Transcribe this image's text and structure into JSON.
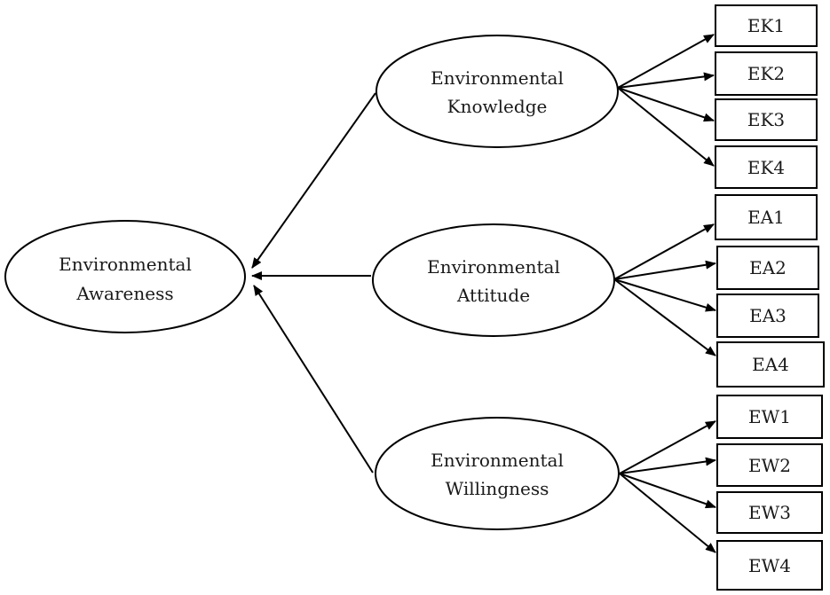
{
  "root": {
    "line1": "Environmental",
    "line2": "Awareness"
  },
  "constructs": [
    {
      "line1": "Environmental",
      "line2": "Knowledge",
      "indicators": [
        "EK1",
        "EK2",
        "EK3",
        "EK4"
      ]
    },
    {
      "line1": "Environmental",
      "line2": "Attitude",
      "indicators": [
        "EA1",
        "EA2",
        "EA3",
        "EA4"
      ]
    },
    {
      "line1": "Environmental",
      "line2": "Willingness",
      "indicators": [
        "EW1",
        "EW2",
        "EW3",
        "EW4"
      ]
    }
  ]
}
